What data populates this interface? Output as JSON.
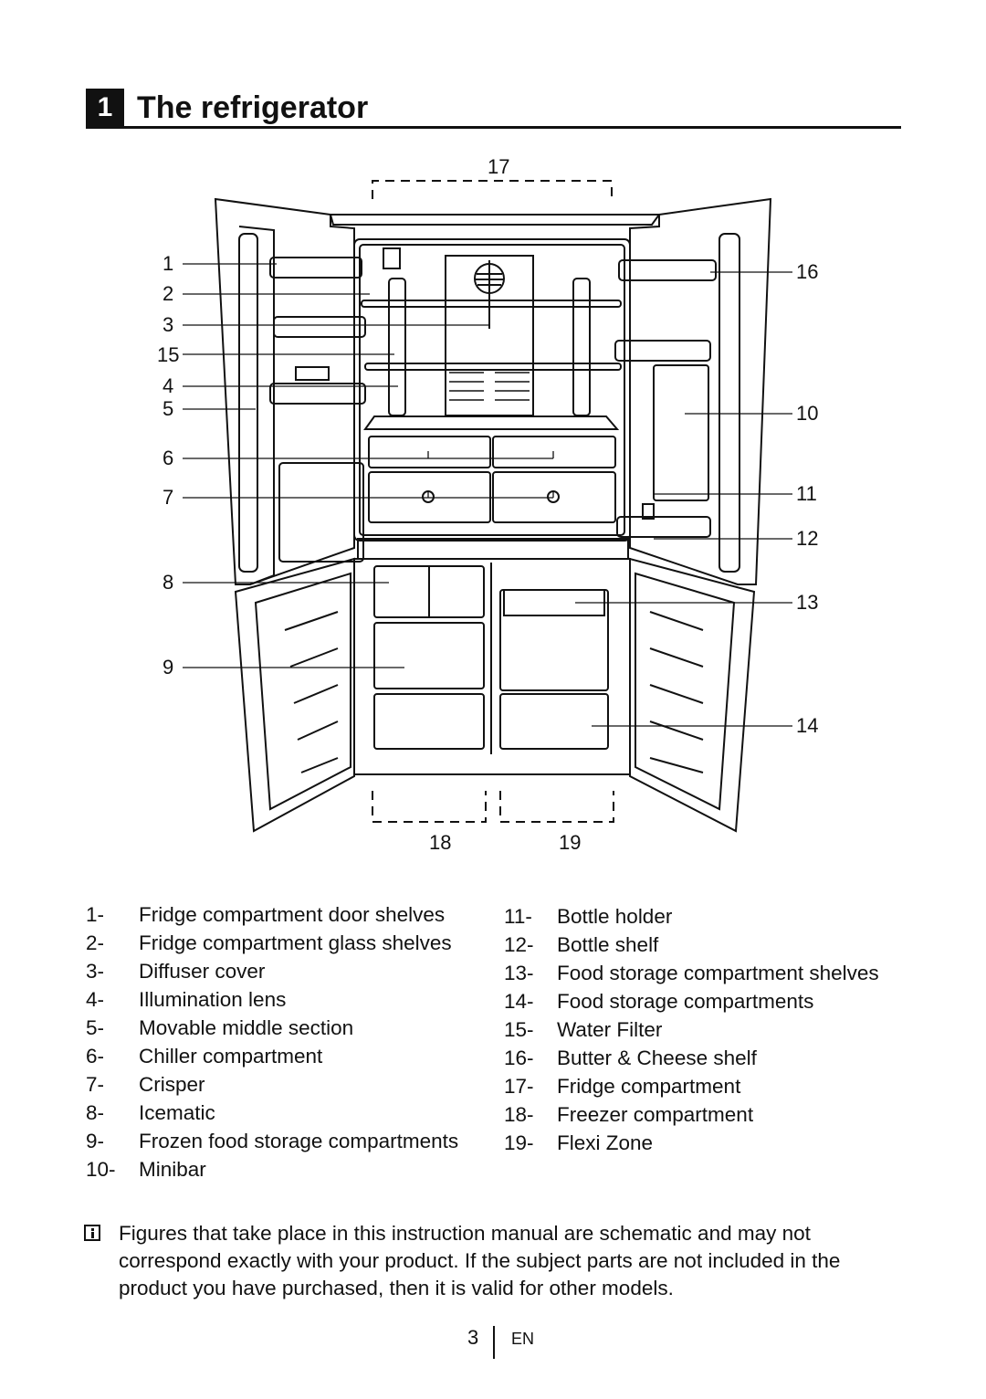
{
  "section": {
    "number": "1",
    "title": "The refrigerator"
  },
  "diagram": {
    "callouts": {
      "c1": "1",
      "c2": "2",
      "c3": "3",
      "c4": "4",
      "c5": "5",
      "c6": "6",
      "c7": "7",
      "c8": "8",
      "c9": "9",
      "c10": "10",
      "c11": "11",
      "c12": "12",
      "c13": "13",
      "c14": "14",
      "c15": "15",
      "c16": "16",
      "c17": "17",
      "c18": "18",
      "c19": "19"
    }
  },
  "legend_left": [
    {
      "num": "1-",
      "label": "Fridge compartment door shelves"
    },
    {
      "num": "2-",
      "label": "Fridge compartment glass shelves"
    },
    {
      "num": "3-",
      "label": "Diffuser cover"
    },
    {
      "num": "4-",
      "label": "Illumination lens"
    },
    {
      "num": "5-",
      "label": "Movable middle section"
    },
    {
      "num": "6-",
      "label": "Chiller compartment"
    },
    {
      "num": "7-",
      "label": "Crisper"
    },
    {
      "num": "8-",
      "label": "Icematic"
    },
    {
      "num": "9-",
      "label": "Frozen food storage compartments"
    },
    {
      "num": "10-",
      "label": "Minibar"
    }
  ],
  "legend_right": [
    {
      "num": "11-",
      "label": "Bottle holder"
    },
    {
      "num": "12-",
      "label": "Bottle shelf"
    },
    {
      "num": "13-",
      "label": "Food storage compartment shelves"
    },
    {
      "num": "14-",
      "label": "Food storage compartments"
    },
    {
      "num": "15-",
      "label": "Water Filter"
    },
    {
      "num": "16-",
      "label": "Butter & Cheese shelf"
    },
    {
      "num": "17-",
      "label": "Fridge compartment"
    },
    {
      "num": "18-",
      "label": "Freezer compartment"
    },
    {
      "num": "19-",
      "label": "Flexi Zone"
    }
  ],
  "note": {
    "icon": "info-icon",
    "text": "Figures that take place in this instruction manual are schematic and may not correspond exactly with your product. If the subject parts are not included in the product you have purchased, then it is valid for other models."
  },
  "footer": {
    "page": "3",
    "lang": "EN"
  }
}
